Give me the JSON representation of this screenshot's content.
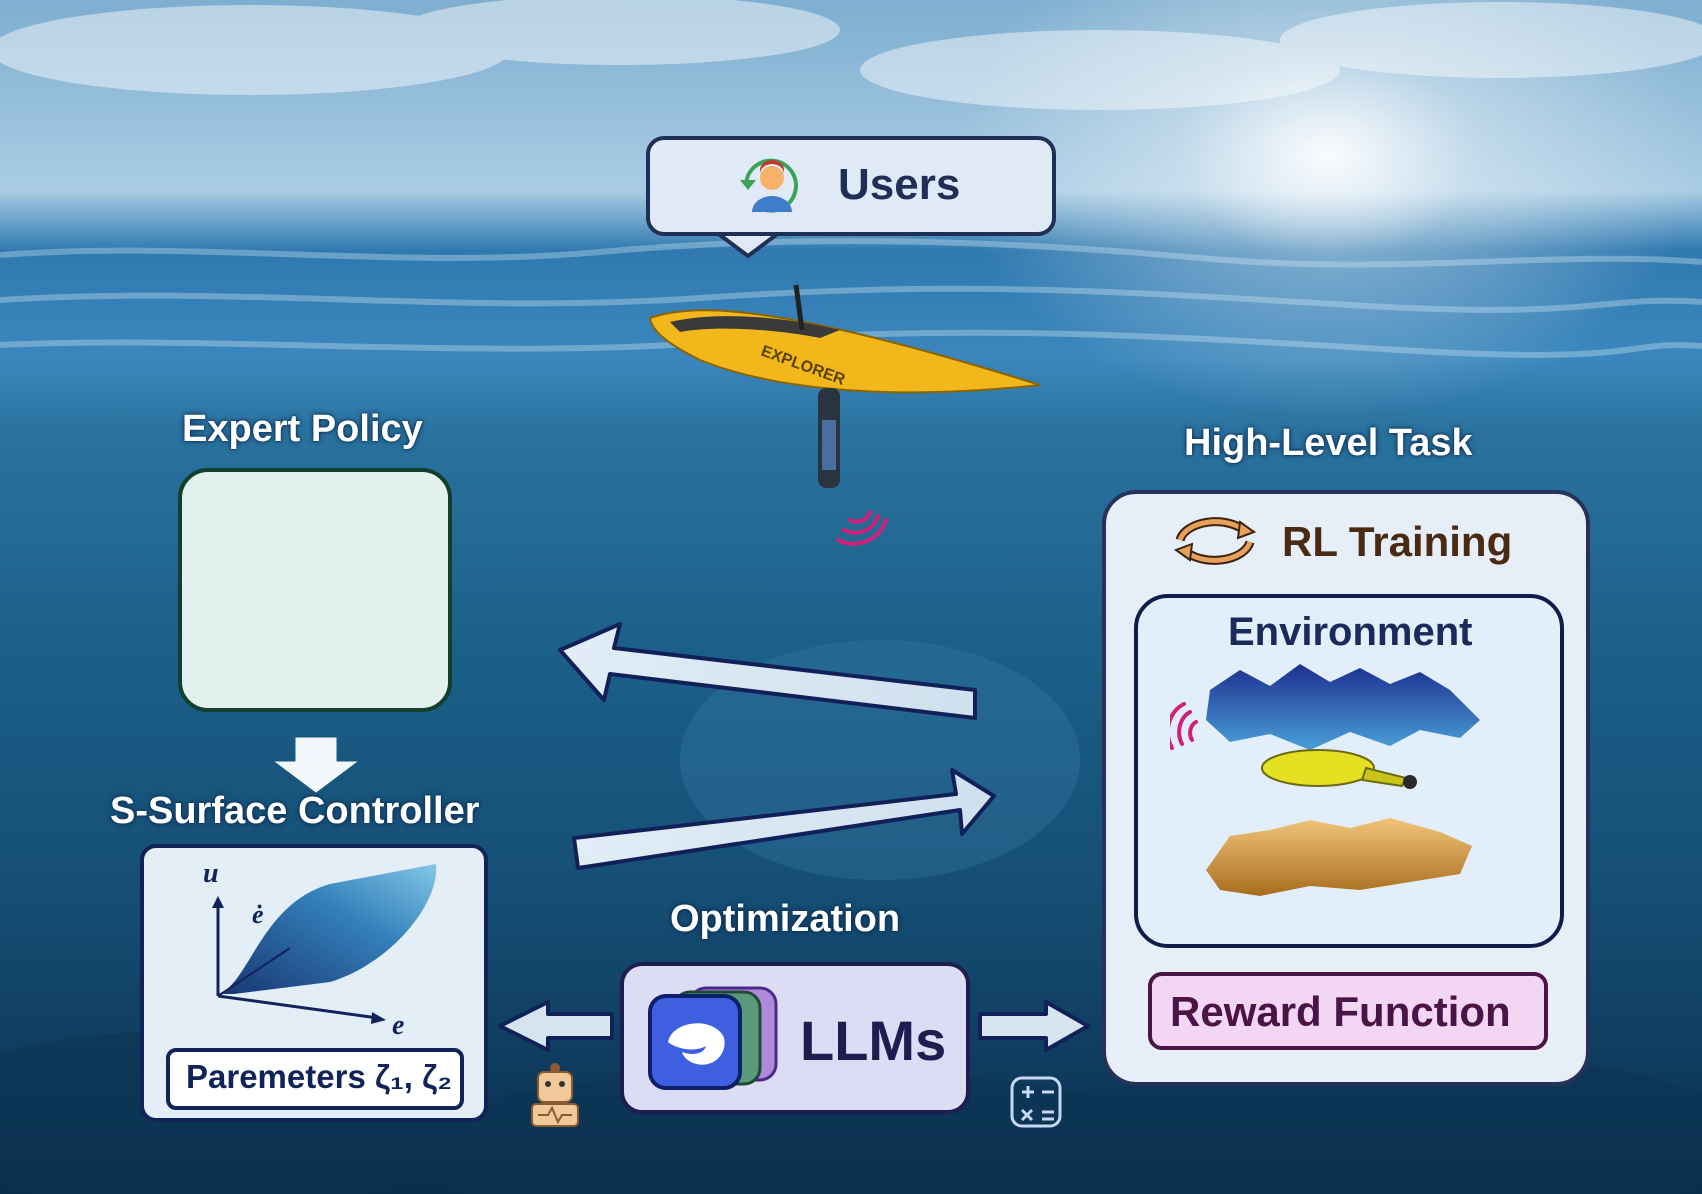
{
  "labels": {
    "users": "Users",
    "expert_policy": "Expert Policy",
    "s_surface_controller": "S-Surface Controller",
    "parameters": "Paremeters ζ₁, ζ₂",
    "axis_u": "u",
    "axis_e_dot": "ė",
    "axis_e": "e",
    "optimization": "Optimization",
    "llms": "LLMs",
    "high_level_task": "High-Level Task",
    "rl_training": "RL Training",
    "environment": "Environment",
    "reward_function": "Reward Function",
    "boat_name": "EXPLORER"
  },
  "colors": {
    "sky_top": "#6fa3c9",
    "sea_mid": "#1f6e9a",
    "sea_deep": "#0b3556",
    "boat_yellow": "#f2b71b",
    "nn_green": "#7fc04a",
    "signal_pink": "#d0207a"
  },
  "icons": [
    "user-refresh-icon",
    "cycle-arrows-icon",
    "robot-icon",
    "calculator-icon",
    "whale-logo-icon",
    "signal-icon"
  ]
}
